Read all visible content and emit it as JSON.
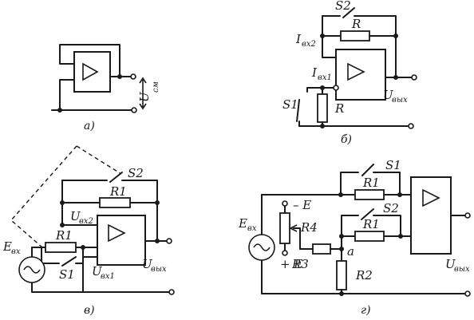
{
  "diagrams": [
    {
      "caption": "а)",
      "labels": {
        "uc_main": "U",
        "uc_sub": "см"
      }
    },
    {
      "caption": "б)",
      "labels": {
        "s2": "S2",
        "r_top": "R",
        "s1": "S1",
        "r_bot": "R",
        "i2_main": "I",
        "i2_sub": "вх2",
        "i1_main": "I",
        "i1_sub": "вх1",
        "uout_main": "U",
        "uout_sub": "вых"
      }
    },
    {
      "caption": "в)",
      "labels": {
        "s2": "S2",
        "r1_top": "R1",
        "r1_in": "R1",
        "s1": "S1",
        "u2_main": "U",
        "u2_sub": "вх2",
        "u1_main": "U",
        "u1_sub": "вх1",
        "e_main": "E",
        "e_sub": "вх",
        "uout_main": "U",
        "uout_sub": "вых"
      }
    },
    {
      "caption": "г)",
      "labels": {
        "s1": "S1",
        "r1_top": "R1",
        "s2": "S2",
        "r1_mid": "R1",
        "e_main": "E",
        "e_sub": "вх",
        "e_neg": "– E",
        "e_pos": "+ E",
        "r4": "R4",
        "r3": "R3",
        "a": "a",
        "r2": "R2",
        "uout_main": "U",
        "uout_sub": "вых"
      }
    }
  ]
}
